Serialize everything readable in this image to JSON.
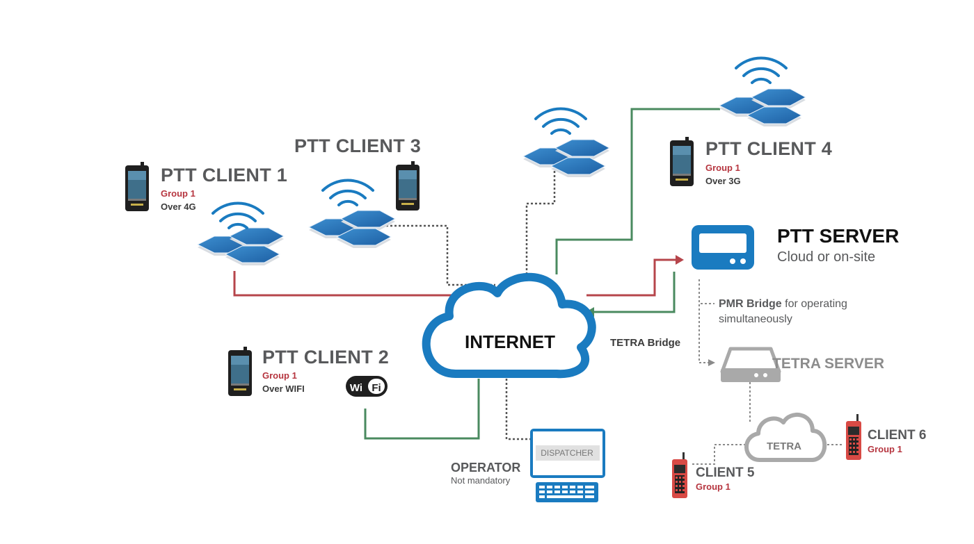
{
  "internet": {
    "label": "INTERNET"
  },
  "clients": {
    "c1": {
      "name": "PTT CLIENT 1",
      "group": "Group 1",
      "network": "Over 4G"
    },
    "c2": {
      "name": "PTT CLIENT 2",
      "group": "Group 1",
      "network": "Over WIFI",
      "wifi_logo_left": "Wi",
      "wifi_logo_right": "Fi"
    },
    "c3": {
      "name": "PTT CLIENT 3"
    },
    "c4": {
      "name": "PTT CLIENT 4",
      "group": "Group 1",
      "network": "Over 3G"
    }
  },
  "server": {
    "title": "PTT SERVER",
    "subtitle": "Cloud or on-site"
  },
  "pmr": {
    "bold": "PMR Bridge",
    "text1": " for operating",
    "text2": "simultaneously"
  },
  "tetra_bridge": {
    "label": "TETRA Bridge"
  },
  "tetra_server": {
    "label": "TETRA SERVER"
  },
  "tetra_cloud": {
    "label": "TETRA"
  },
  "radio_clients": {
    "c5": {
      "name": "CLIENT 5",
      "group": "Group 1"
    },
    "c6": {
      "name": "CLIENT 6",
      "group": "Group 1"
    }
  },
  "operator": {
    "title": "OPERATOR",
    "subtitle": "Not mandatory",
    "screen_label": "DISPATCHER"
  },
  "colors": {
    "blue": "#1a7bc0",
    "red": "#b6454b",
    "green": "#4a8a5f",
    "gray": "#8a8a8a",
    "text": "#58595b",
    "group_red": "#b6353f"
  }
}
